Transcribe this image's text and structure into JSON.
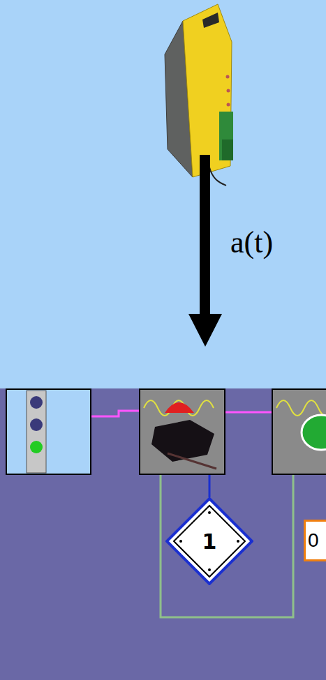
{
  "diagram": {
    "nodes": [
      {
        "text": [
          "1"
        ]
      },
      {
        "text": [
          "0"
        ]
      }
    ],
    "labels": [
      "a(t)"
    ]
  }
}
